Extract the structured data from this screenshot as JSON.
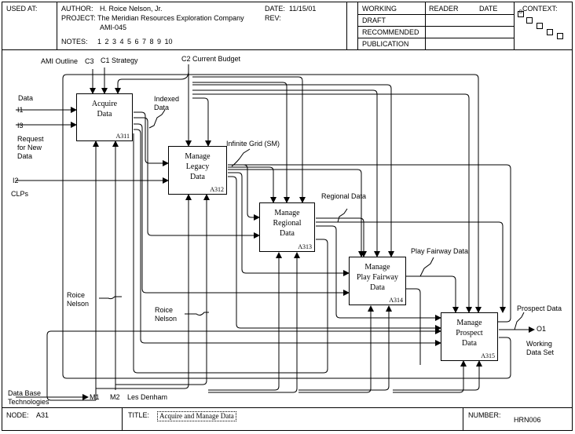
{
  "header": {
    "used_at": "USED AT:",
    "author_label": "AUTHOR:",
    "author": "H. Roice Nelson, Jr.",
    "date_label": "DATE:",
    "date": "11/15/01",
    "project_label": "PROJECT:",
    "project": "The Meridian Resources Exploration Company",
    "rev_label": "REV:",
    "project_code": "AMI-045",
    "notes_label": "NOTES:",
    "notes": "1  2  3  4  5  6  7  8  9  10",
    "status": [
      "WORKING",
      "DRAFT",
      "RECOMMENDED",
      "PUBLICATION"
    ],
    "reader_label": "READER",
    "reader_date_label": "DATE",
    "context_label": "CONTEXT:",
    "context_marker": "B"
  },
  "boxes": [
    {
      "label": "Acquire\nData",
      "num": "A311"
    },
    {
      "label": "Manage\nLegacy\nData",
      "num": "A312"
    },
    {
      "label": "Manage\nRegional\nData",
      "num": "A313"
    },
    {
      "label": "Manage\nPlay Fairway\nData",
      "num": "A314"
    },
    {
      "label": "Manage\nProspect\nData",
      "num": "A315"
    }
  ],
  "arrow_labels": {
    "ami_outline": "AMI Outline",
    "c3": "C3",
    "c1_strategy": "C1  Strategy",
    "c2_budget": "C2  Current Budget",
    "data": "Data",
    "i1": "I1",
    "i3": "I3",
    "request": "Request\nfor New\nData",
    "indexed": "Indexed\nData",
    "infinite_grid": "Infinite Grid (SM)",
    "i2": "I2",
    "clps": "CLPs",
    "regional": "Regional Data",
    "play_fairway": "Play Fairway Data",
    "prospect": "Prospect Data",
    "o1": "O1",
    "working_set": "Working\nData Set",
    "roice1": "Roice\nNelson",
    "roice2": "Roice\nNelson",
    "dbtech": "Data Base\nTechnologies",
    "m1": "M1",
    "m2": "M2",
    "les": "Les Denham"
  },
  "footer": {
    "node_label": "NODE:",
    "node": "A31",
    "title_label": "TITLE:",
    "title": "Acquire and Manage Data",
    "number_label": "NUMBER:",
    "number": "HRN006"
  }
}
